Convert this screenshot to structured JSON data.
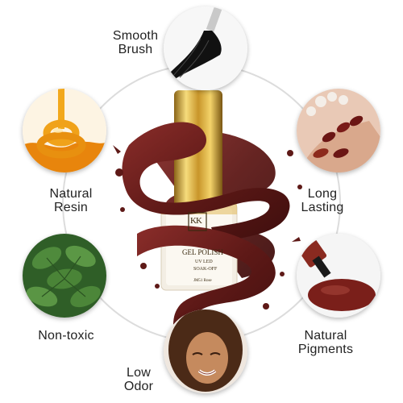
{
  "features": {
    "smooth_brush": {
      "line1": "Smooth",
      "line2": "Brush",
      "icon": "brush-image"
    },
    "natural_resin": {
      "line1": "Natural",
      "line2": "Resin",
      "icon": "honey-resin-image"
    },
    "long_lasting": {
      "line1": "Long",
      "line2": "Lasting",
      "icon": "manicured-nails-image"
    },
    "non_toxic": {
      "line1": "Non-toxic",
      "icon": "green-leaves-image"
    },
    "natural_pigments": {
      "line1": "Natural",
      "line2": "Pigments",
      "icon": "polish-puddle-image"
    },
    "low_odor": {
      "line1": "Low",
      "line2": "Odor",
      "icon": "smiling-woman-image"
    }
  },
  "bottle": {
    "logo": "KK",
    "product_label": "GEL POLISH",
    "cure_label": "UV LED",
    "soak_label": "SOAK-OFF",
    "shade_label": "JM51 Rose"
  },
  "colors": {
    "polish": "#6b1f1d",
    "polish_dark": "#4a1211",
    "gold": "#d4a434",
    "connector": "#d9d9d9"
  }
}
